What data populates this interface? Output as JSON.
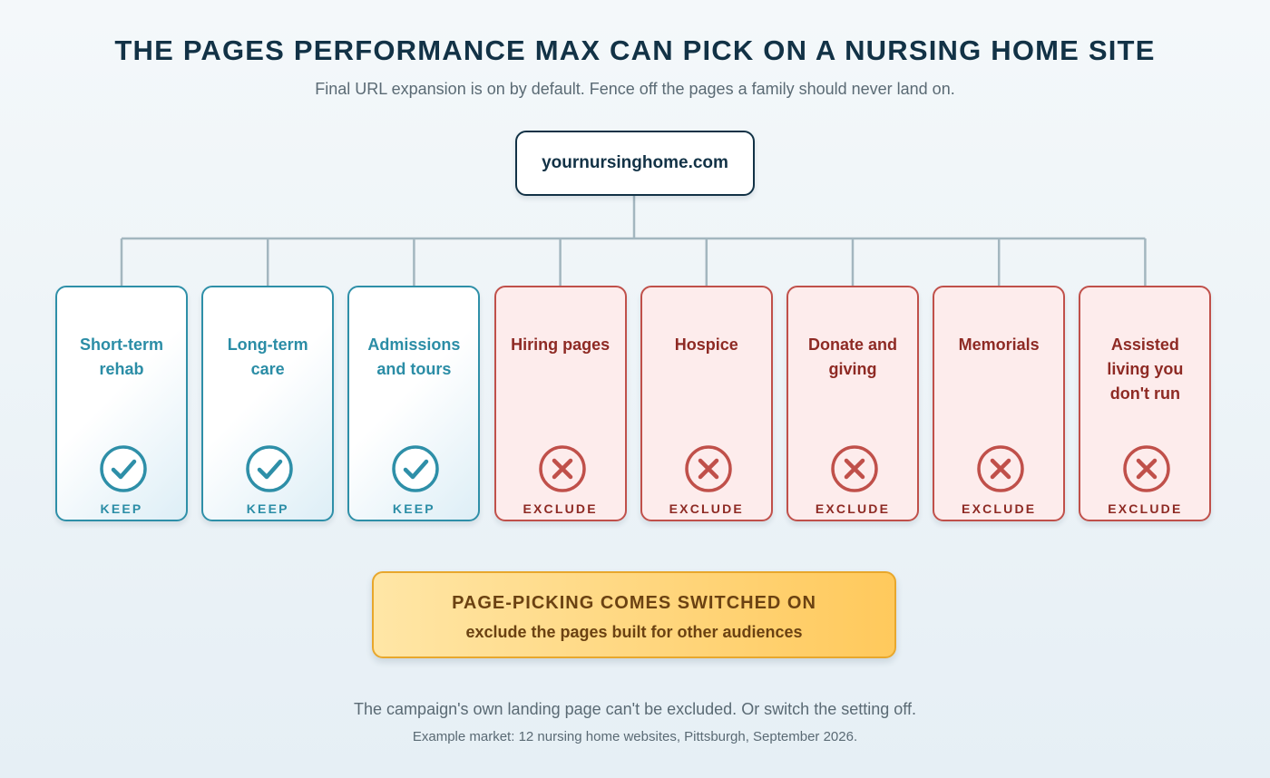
{
  "header": {
    "title": "THE PAGES PERFORMANCE MAX CAN PICK ON A NURSING HOME SITE",
    "subtitle": "Final URL expansion is on by default. Fence off the pages a family should never land on."
  },
  "site": {
    "domain": "yournursinghome.com"
  },
  "pages": [
    {
      "label": "Short-term rehab",
      "verdict": "KEEP",
      "status": "keep",
      "icon": "check-circle-icon"
    },
    {
      "label": "Long-term care",
      "verdict": "KEEP",
      "status": "keep",
      "icon": "check-circle-icon"
    },
    {
      "label": "Admissions and tours",
      "verdict": "KEEP",
      "status": "keep",
      "icon": "check-circle-icon"
    },
    {
      "label": "Hiring pages",
      "verdict": "EXCLUDE",
      "status": "exclude",
      "icon": "x-circle-icon"
    },
    {
      "label": "Hospice",
      "verdict": "EXCLUDE",
      "status": "exclude",
      "icon": "x-circle-icon"
    },
    {
      "label": "Donate and giving",
      "verdict": "EXCLUDE",
      "status": "exclude",
      "icon": "x-circle-icon"
    },
    {
      "label": "Memorials",
      "verdict": "EXCLUDE",
      "status": "exclude",
      "icon": "x-circle-icon"
    },
    {
      "label": "Assisted living you don't run",
      "verdict": "EXCLUDE",
      "status": "exclude",
      "icon": "x-circle-icon"
    }
  ],
  "callout": {
    "title": "PAGE-PICKING COMES SWITCHED ON",
    "subtitle": "exclude the pages built for other audiences"
  },
  "footer": {
    "note": "The campaign's own landing page can't be excluded. Or switch the setting off.",
    "source": "Example market: 12 nursing home websites, Pittsburgh, September 2026."
  },
  "colors": {
    "keep": "#2e8fa8",
    "exclude": "#c0504a",
    "connector": "#a3b6bf",
    "title": "#123246",
    "callout": "#ffc95c"
  }
}
